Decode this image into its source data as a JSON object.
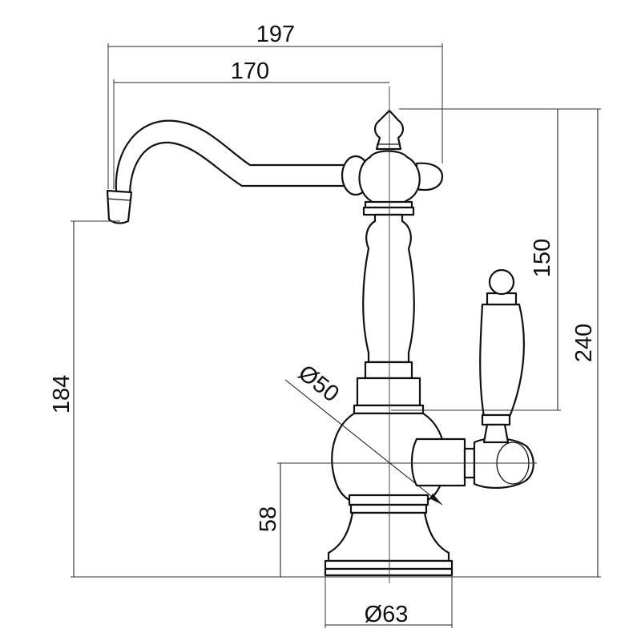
{
  "drawing": {
    "subject": "faucet-side-elevation",
    "dimensions": {
      "overall_reach": "197",
      "spout_reach": "170",
      "handle_height": "150",
      "total_height": "240",
      "spout_outlet_height": "184",
      "body_diameter": "Ø50",
      "handle_axis_height": "58",
      "base_diameter": "Ø63"
    }
  }
}
